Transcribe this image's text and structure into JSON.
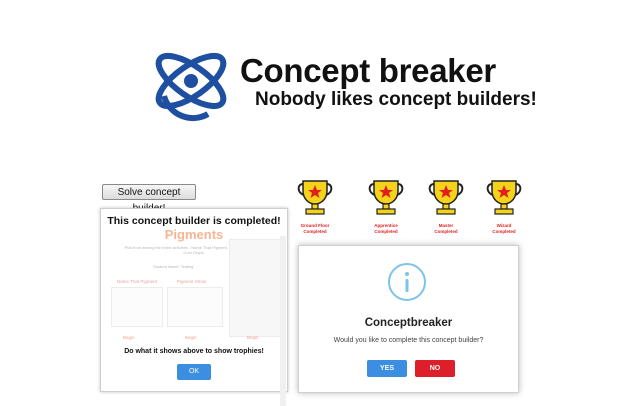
{
  "header": {
    "title": "Concept breaker",
    "tagline": "Nobody likes concept builders!",
    "logo_icon": "atom-icon",
    "logo_color": "#1f4fa0"
  },
  "solve_button": {
    "label": "Solve concept builder!"
  },
  "completed_card": {
    "title": "This concept builder is completed!",
    "background_heading": "Pigments",
    "background_intro": "Pick from among the three activities - Name That Pigment, Pigment Show, and Guni Drops.",
    "student_label": "Student Name:",
    "student_value": "Testing",
    "activities": [
      "Name That Pigment",
      "Pigment Show",
      "Guni Drops"
    ],
    "begin_label": "Begin",
    "footer": "Do what it shows above to show trophies!",
    "ok_label": "OK"
  },
  "trophies": [
    {
      "label_line1": "Ground Floor",
      "label_line2": "Completed"
    },
    {
      "label_line1": "Apprentice",
      "label_line2": "Completed"
    },
    {
      "label_line1": "Master",
      "label_line2": "Completed"
    },
    {
      "label_line1": "Wizard",
      "label_line2": "Completed"
    }
  ],
  "dialog": {
    "icon": "info-icon",
    "title": "Conceptbreaker",
    "message": "Would you like to complete this concept builder?",
    "yes_label": "YES",
    "no_label": "NO"
  },
  "colors": {
    "accent_blue": "#3b8ee0",
    "danger_red": "#dd1f2b",
    "trophy_gold": "#f5d31a",
    "star_red": "#e0201f",
    "pigment_orange": "#f07a3a"
  }
}
